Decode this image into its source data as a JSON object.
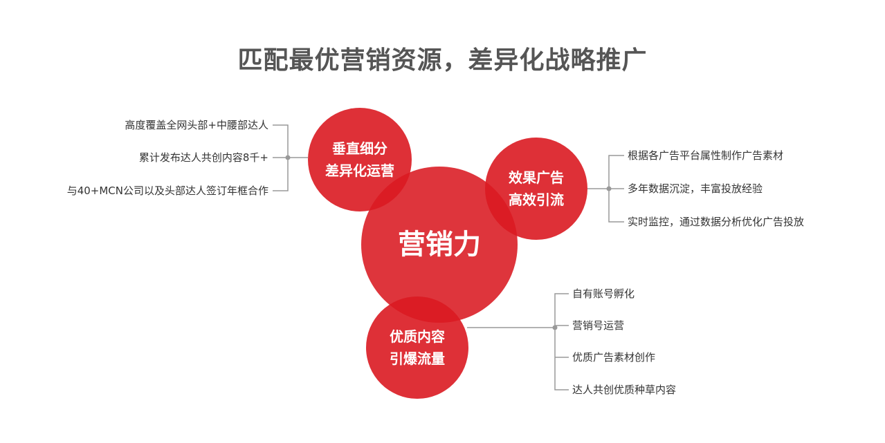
{
  "title": "匹配最优营销资源，差异化战略推广",
  "center": {
    "lines": [
      "营销力"
    ]
  },
  "nodes": {
    "vertical": {
      "lines": [
        "垂直细分",
        "差异化运营"
      ],
      "items": [
        "高度覆盖全网头部+中腰部达人",
        "累计发布达人共创内容8千+",
        "与40+MCN公司以及头部达人签订年框合作"
      ]
    },
    "effect": {
      "lines": [
        "效果广告",
        "高效引流"
      ],
      "items": [
        "根据各广告平台属性制作广告素材",
        "多年数据沉淀，丰富投放经验",
        "实时监控，通过数据分析优化广告投放"
      ]
    },
    "quality": {
      "lines": [
        "优质内容",
        "引爆流量"
      ],
      "items": [
        "自有账号孵化",
        "营销号运营",
        "优质广告素材创作",
        "达人共创优质种草内容"
      ]
    }
  },
  "colors": {
    "circle": "#da1921",
    "title": "#555555",
    "connector": "#999999",
    "text": "#333333"
  }
}
